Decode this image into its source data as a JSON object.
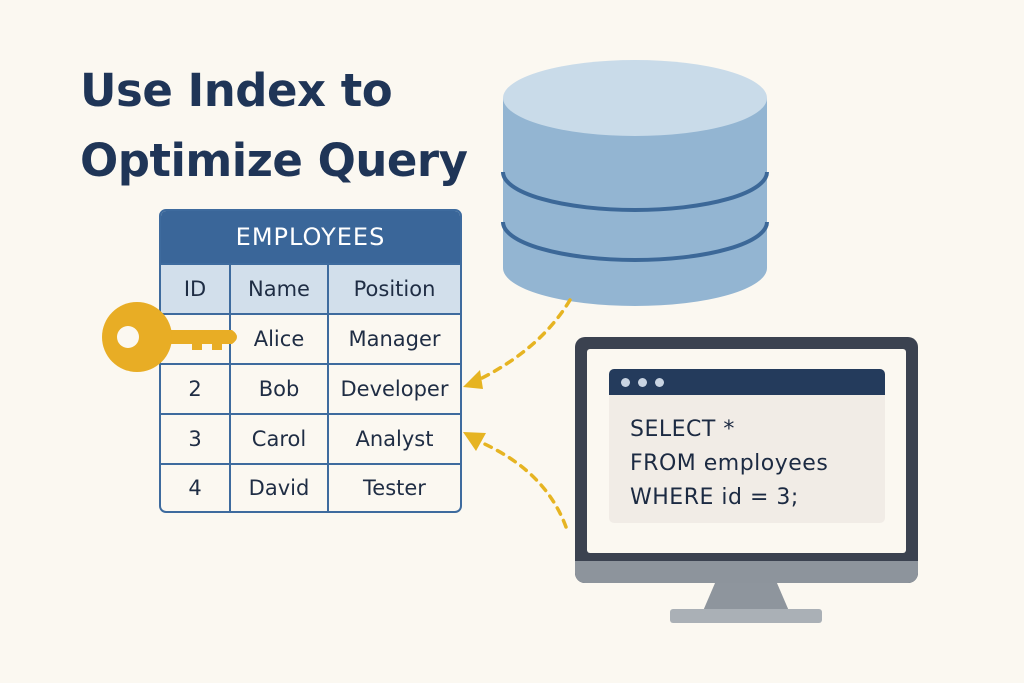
{
  "title": {
    "line1": "Use Index to",
    "line2": "Optimize Query"
  },
  "table": {
    "caption": "EMPLOYEES",
    "columns": [
      "ID",
      "Name",
      "Position"
    ],
    "rows": [
      {
        "id": "",
        "name": "Alice",
        "position": "Manager"
      },
      {
        "id": "2",
        "name": "Bob",
        "position": "Developer"
      },
      {
        "id": "3",
        "name": "Carol",
        "position": "Analyst"
      },
      {
        "id": "4",
        "name": "David",
        "position": "Tester"
      }
    ]
  },
  "query": {
    "lines": [
      "SELECT *",
      "FROM employees",
      "WHERE id = 3;"
    ]
  },
  "icons": {
    "database": "database-icon",
    "key": "key-icon",
    "monitor": "monitor-icon"
  },
  "colors": {
    "title": "#1f3557",
    "table_header": "#3a6699",
    "table_border": "#3e6b9e",
    "column_header": "#d2dfeb",
    "key": "#e8ad25",
    "arrow": "#e6b422",
    "database": "#93b5d2",
    "database_band": "#3c6898",
    "monitor_frame": "#3b4250",
    "code_titlebar": "#243b5c"
  }
}
